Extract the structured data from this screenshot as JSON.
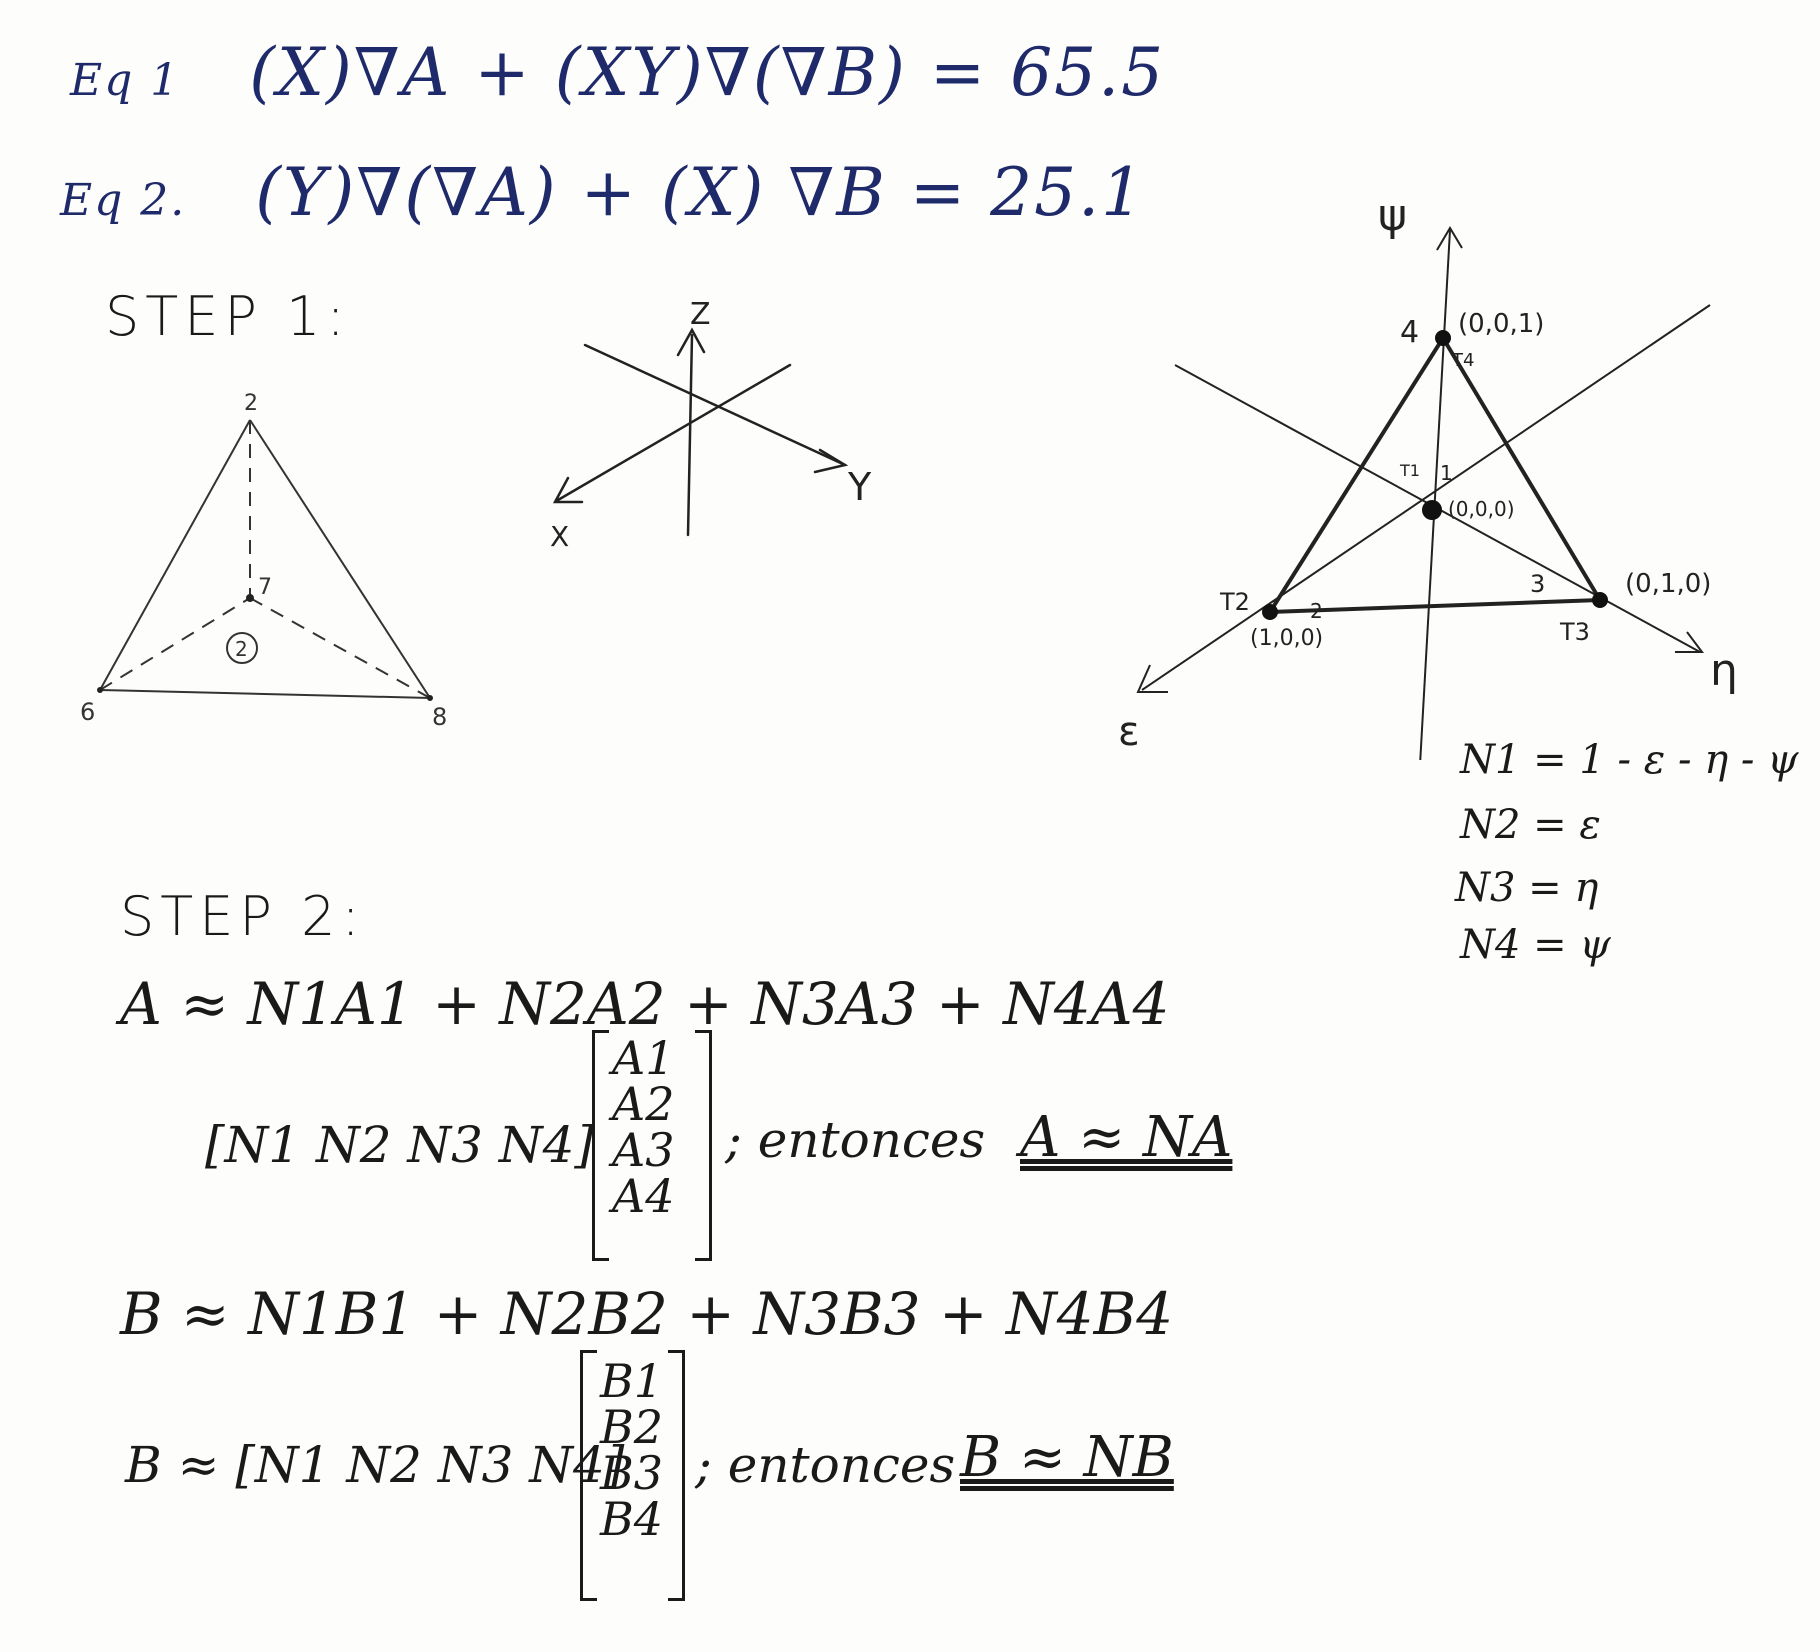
{
  "equations": {
    "eq1": {
      "label": "Eq 1",
      "expr": "(X)∇A + (XY)∇(∇B) = 65.5"
    },
    "eq2": {
      "label": "Eq 2.",
      "expr": "(Y)∇(∇A) + (X) ∇B = 25.1"
    }
  },
  "step1": {
    "title": "STEP 1:",
    "tetra_labels": {
      "top": "2",
      "inner": "7",
      "left": "6",
      "right": "8",
      "circled": "2"
    },
    "axes_labels": {
      "z": "Z",
      "x": "X",
      "y": "Y"
    }
  },
  "ref_element": {
    "axes": {
      "psi": "ψ",
      "eta": "η",
      "eps": "ε"
    },
    "nodes": [
      {
        "num": "4",
        "tag": "T4",
        "coord": "(0,0,1)"
      },
      {
        "num": "1",
        "tag": "T1",
        "coord": "(0,0,0)"
      },
      {
        "num": "2",
        "tag": "T2",
        "coord": "(1,0,0)"
      },
      {
        "num": "3",
        "tag": "T3",
        "coord": "(0,1,0)"
      }
    ],
    "shape_functions": [
      "N1 = 1 - ε - η - ψ",
      "N2 = ε",
      "N3 = η",
      "N4 = ψ"
    ]
  },
  "step2": {
    "title": "STEP 2:",
    "a_expansion": "A ≈ N1A1 + N2A2 + N3A3 + N4A4",
    "a_row": "[N1 N2 N3 N4]",
    "a_col": [
      "A1",
      "A2",
      "A3",
      "A4"
    ],
    "a_then": "; entonces",
    "a_result": "A ≈ NA",
    "b_expansion": "B ≈ N1B1 + N2B2 + N3B3 + N4B4",
    "b_lhs": "B ≈ [N1 N2 N3 N4]",
    "b_col": [
      "B1",
      "B2",
      "B3",
      "B4"
    ],
    "b_then": "; entonces",
    "b_result": "B ≈ NB"
  }
}
